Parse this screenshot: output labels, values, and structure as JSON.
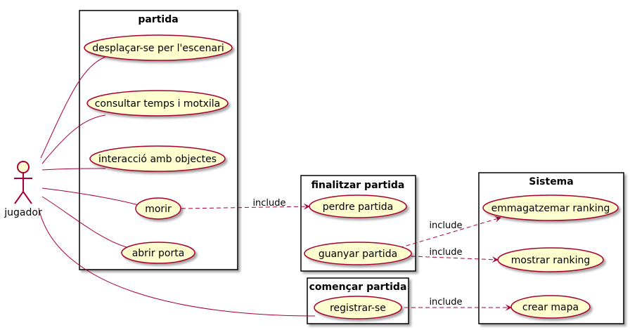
{
  "actor": {
    "name": "jugador"
  },
  "packages": {
    "partida": "partida",
    "finalitzar": "finalitzar partida",
    "comencar": "començar partida",
    "sistema": "Sistema"
  },
  "use_cases": {
    "desplacar": "desplaçar-se per l'escenari",
    "consultar": "consultar temps i motxila",
    "interaccio": "interacció amb objectes",
    "morir": "morir",
    "abrir": "abrir porta",
    "perdre": "perdre partida",
    "guanyar": "guanyar partida",
    "registrar": "registrar-se",
    "emmagatzemar": "emmagatzemar ranking",
    "mostrar": "mostrar ranking",
    "crear": "crear mapa"
  },
  "relations": {
    "morir_perdre": "include",
    "guanyar_emmagatzemar": "include",
    "guanyar_mostrar": "include",
    "registrar_crear": "include"
  },
  "colors": {
    "line": "#A80036",
    "usecase_fill": "#FEFECE",
    "actor_fill": "#FEFECE",
    "border": "#000000"
  }
}
